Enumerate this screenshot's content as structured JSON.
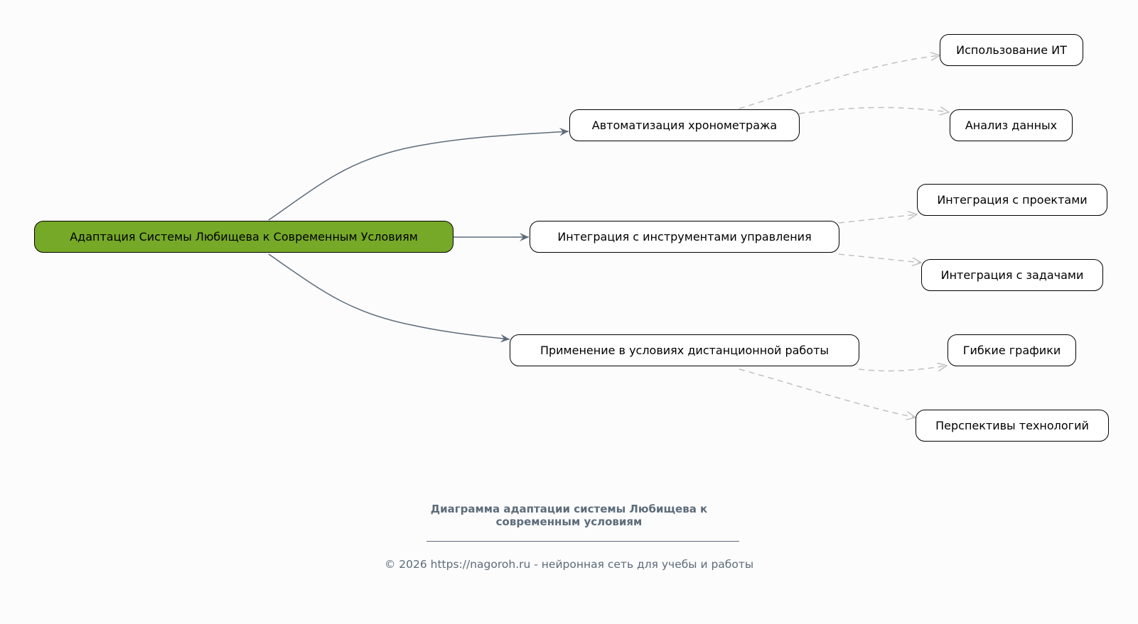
{
  "root": {
    "label": "Адаптация Системы Любищева к Современным Условиям",
    "color": "#76a928"
  },
  "branches": [
    {
      "label": "Автоматизация хронометража",
      "children": [
        "Использование ИТ",
        "Анализ данных"
      ]
    },
    {
      "label": "Интеграция с инструментами управления",
      "children": [
        "Интеграция с проектами",
        "Интеграция с задачами"
      ]
    },
    {
      "label": "Применение в условиях дистанционной работы",
      "children": [
        "Гибкие графики",
        "Перспективы технологий"
      ]
    }
  ],
  "caption": {
    "title_line1": "Диаграмма адаптации системы Любищева к",
    "title_line2": "современным условиям",
    "footer": "© 2026 https://nagoroh.ru - нейронная сеть для учебы и работы"
  },
  "colors": {
    "main_edge": "#5d6b7a",
    "sub_edge": "#c0c0c0"
  }
}
